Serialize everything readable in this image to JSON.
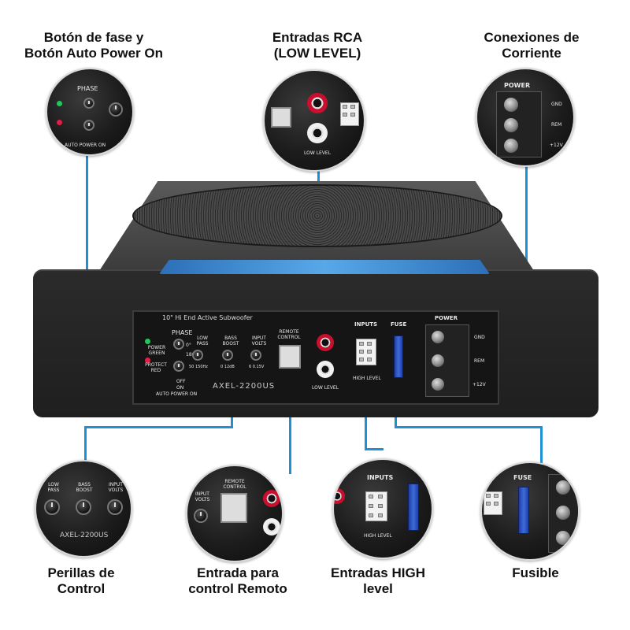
{
  "callouts": {
    "phase": {
      "title_line1": "Botón de fase y",
      "title_line2": "Botón Auto Power On"
    },
    "rca": {
      "title_line1": "Entradas RCA",
      "title_line2": "(LOW LEVEL)"
    },
    "power": {
      "title_line1": "Conexiones de",
      "title_line2": "Corriente"
    },
    "knobs": {
      "title_line1": "Perillas de",
      "title_line2": "Control"
    },
    "remote": {
      "title_line1": "Entrada para",
      "title_line2": "control Remoto"
    },
    "high": {
      "title_line1": "Entradas HIGH",
      "title_line2": "level"
    },
    "fuse": {
      "title_line1": "Fusible"
    }
  },
  "panel": {
    "model": "AXEL-2200US",
    "subtitle": "10\" Hi End Active Subwoofer",
    "phase": "PHASE",
    "power_green": "POWER GREEN",
    "protect_red": "PROTECT RED",
    "phase_0": "0°",
    "phase_180": "180°",
    "off": "OFF",
    "on": "ON",
    "auto_power_on": "AUTO POWER ON",
    "low_pass": "LOW PASS",
    "low_pass_min": "50",
    "low_pass_max": "150Hz",
    "bass_boost": "BASS BOOST",
    "bass_min": "0",
    "bass_max": "12dB",
    "input_volts": "INPUT VOLTS",
    "volts_min": "6",
    "volts_max": "0.15V",
    "remote_control": "REMOTE CONTROL",
    "inputs": "INPUTS",
    "low_level": "LOW LEVEL",
    "high_level": "HIGH LEVEL",
    "fuse": "FUSE",
    "power": "POWER",
    "gnd": "GND",
    "rem": "REM",
    "plus12v": "+12V"
  },
  "colors": {
    "accent": "#1e90d6",
    "rca_red": "#c8102e",
    "fuse_blue": "#2a54c6",
    "led_green": "#22c55e",
    "led_red": "#e11d48"
  }
}
